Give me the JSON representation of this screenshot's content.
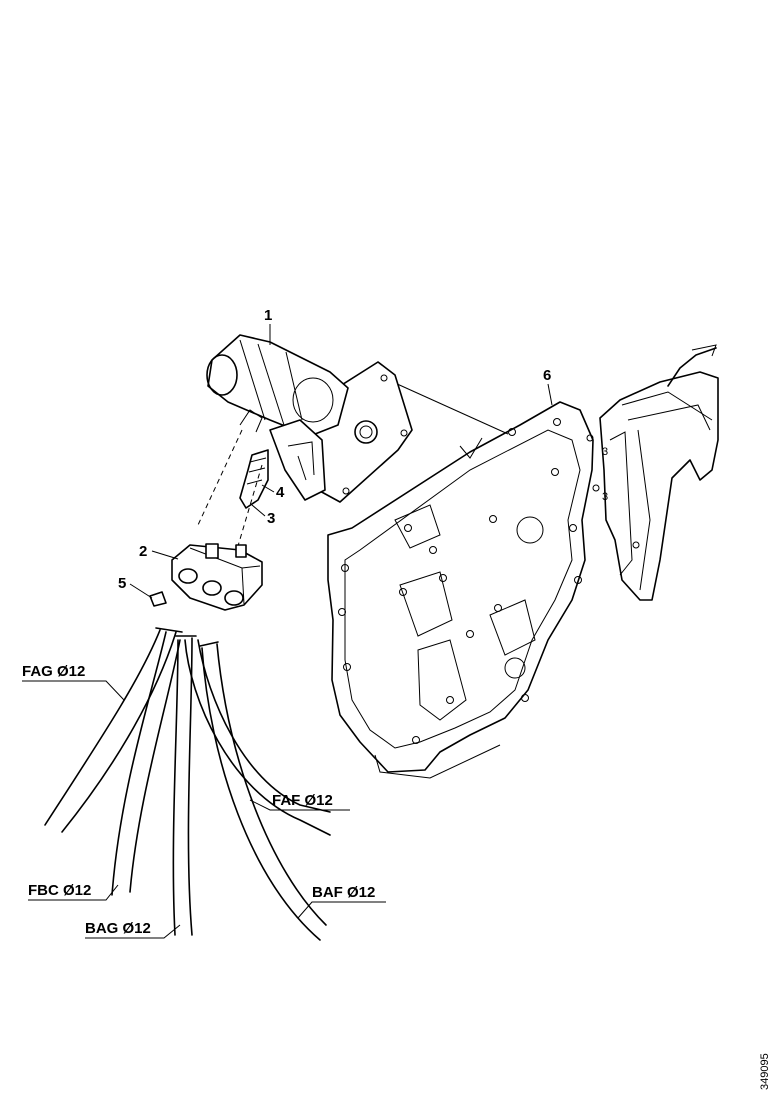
{
  "callouts": [
    {
      "id": "1",
      "label": "1"
    },
    {
      "id": "2",
      "label": "2"
    },
    {
      "id": "3",
      "label": "3"
    },
    {
      "id": "4",
      "label": "4"
    },
    {
      "id": "5",
      "label": "5"
    },
    {
      "id": "6",
      "label": "6"
    }
  ],
  "hoses": {
    "fag": "FAG Ø12",
    "faf": "FAF Ø12",
    "fbc": "FBC Ø12",
    "bag": "BAG Ø12",
    "baf": "BAF Ø12"
  },
  "reference_code": "349095"
}
